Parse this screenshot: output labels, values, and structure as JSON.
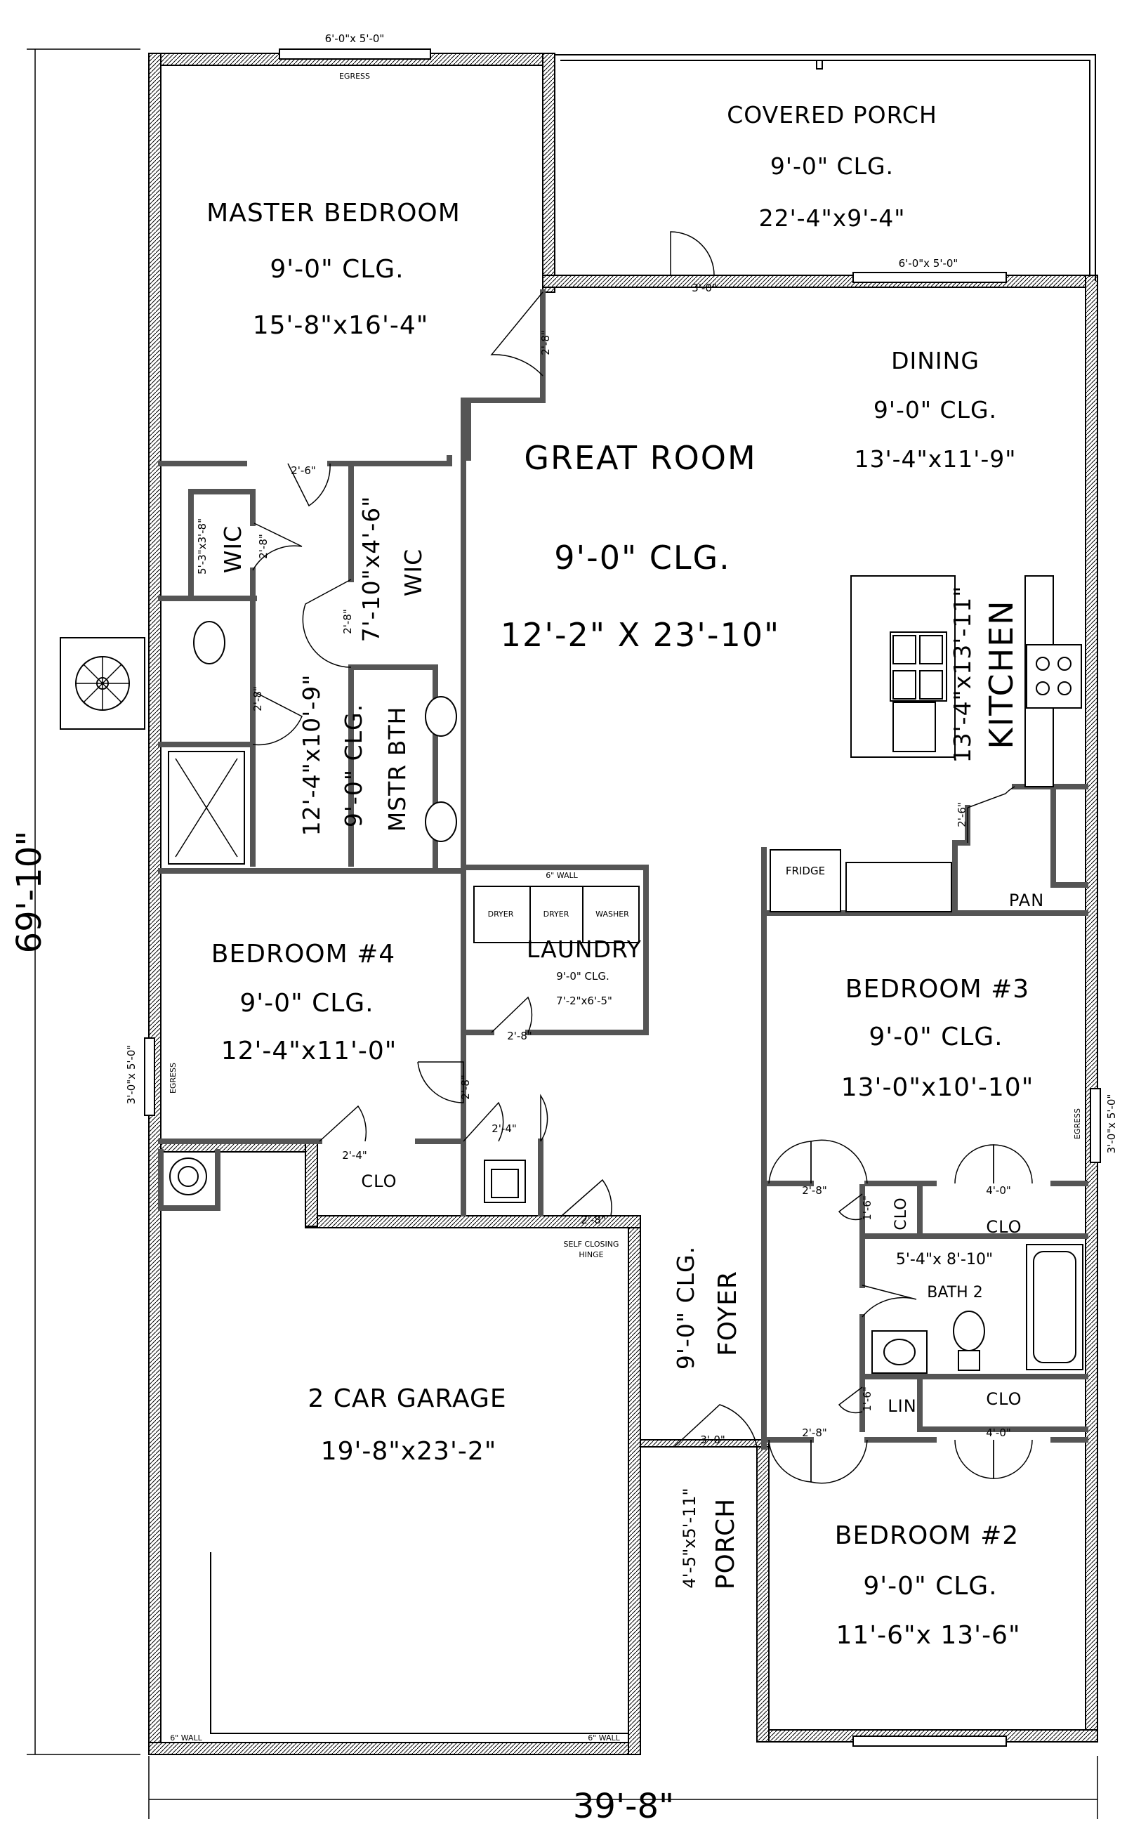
{
  "rooms": {
    "covered_porch": {
      "name": "COVERED PORCH",
      "ceiling": "9'-0\" CLG.",
      "size": "22'-4\"x9'-4\""
    },
    "master_bedroom": {
      "name": "MASTER BEDROOM",
      "ceiling": "9'-0\" CLG.",
      "size": "15'-8\"x16'-4\""
    },
    "dining": {
      "name": "DINING",
      "ceiling": "9'-0\" CLG.",
      "size": "13'-4\"x11'-9\""
    },
    "great_room": {
      "name": "GREAT ROOM",
      "ceiling": "9'-0\" CLG.",
      "size": "12'-2\" X 23'-10\""
    },
    "kitchen": {
      "name": "KITCHEN",
      "size": "13'-4\"x13'-11\""
    },
    "mstr_bath": {
      "name": "MSTR BTH",
      "ceiling": "9'-0\" CLG.",
      "size": "12'-4\"x10'-9\""
    },
    "wic_small": {
      "name": "WIC",
      "size": "5'-3\"x3'-8\""
    },
    "wic_large": {
      "name": "WIC",
      "size": "7'-10\"x4'-6\""
    },
    "laundry": {
      "name": "LAUNDRY",
      "ceiling": "9'-0\" CLG.",
      "size": "7'-2\"x6'-5\""
    },
    "bedroom4": {
      "name": "BEDROOM #4",
      "ceiling": "9'-0\" CLG.",
      "size": "12'-4\"x11'-0\""
    },
    "bedroom3": {
      "name": "BEDROOM #3",
      "ceiling": "9'-0\" CLG.",
      "size": "13'-0\"x10'-10\""
    },
    "bath2": {
      "name": "BATH 2",
      "size": "5'-4\"x 8'-10\""
    },
    "garage": {
      "name": "2 CAR GARAGE",
      "size": "19'-8\"x23'-2\""
    },
    "foyer": {
      "name": "FOYER",
      "ceiling": "9'-0\" CLG."
    },
    "porch": {
      "name": "PORCH",
      "size": "4'-5\"x5'-11\""
    },
    "bedroom2": {
      "name": "BEDROOM #2",
      "ceiling": "9'-0\" CLG.",
      "size": "11'-6\"x 13'-6\""
    }
  },
  "small_labels": {
    "clo": "CLO",
    "lin": "LIN",
    "pan": "PAN",
    "fridge": "FRIDGE",
    "dryer": "DRYER",
    "washer": "WASHER",
    "egress": "EGRESS",
    "wall_6": "6\" WALL",
    "self_closing_1": "SELF CLOSING",
    "self_closing_2": "HINGE"
  },
  "door_sizes": {
    "d3_0": "3'-0\"",
    "d2_8": "2'-8\"",
    "d2_6": "2'-6\"",
    "d2_4": "2'-4\"",
    "d4_0": "4'-0\"",
    "d1_6": "1'-6\""
  },
  "window_sizes": {
    "w6x5": "6'-0\"x 5'-0\"",
    "w3x5": "3'-0\"x 5'-0\""
  },
  "dimensions": {
    "overall_depth": "69'-10\"",
    "overall_width": "39'-8\""
  }
}
